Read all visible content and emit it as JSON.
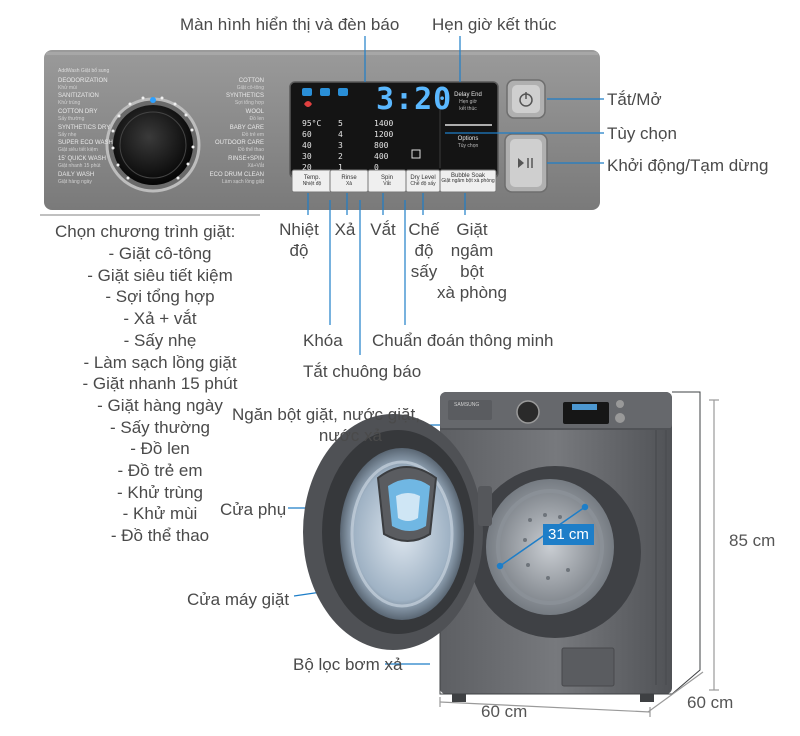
{
  "callouts": {
    "display": "Màn hình hiển thị và đèn báo",
    "delay_end": "Hẹn giờ kết thúc",
    "power": "Tắt/Mở",
    "options": "Tùy chọn",
    "start_pause": "Khởi động/Tạm dừng",
    "temp": [
      "Nhiệt",
      "độ"
    ],
    "rinse": "Xả",
    "spin": "Vắt",
    "dry_mode": [
      "Chế",
      "độ",
      "sấy"
    ],
    "bubble_soak": [
      "Giặt",
      "ngâm",
      "bột",
      "xà phòng"
    ],
    "lock": "Khóa",
    "smart_check": "Chuẩn đoán thông minh",
    "mute": "Tắt chuông báo",
    "dispenser": [
      "Ngăn bột giặt, nước giặt,",
      "nước xả"
    ],
    "addwash_door": "Cửa phụ",
    "main_door": "Cửa máy giặt",
    "pump_filter": "Bộ lọc bơm xả"
  },
  "programs": {
    "title": "Chọn chương trình giặt:",
    "items": [
      "- Giặt cô-tông",
      "- Giặt siêu tiết kiệm",
      "- Sợi tổng hợp",
      "- Xả + vắt",
      "- Sấy nhẹ",
      "- Làm sạch lồng giặt",
      "- Giặt nhanh 15 phút",
      "- Giặt hàng ngày",
      "- Sấy thường",
      "- Đồ len",
      "- Đồ trẻ em",
      "- Khử trùng",
      "- Khử mùi",
      "- Đồ thể thao"
    ]
  },
  "panel": {
    "display_time": "3:20",
    "addwash_label": "AddWash Giặt bổ sung",
    "dial_left": [
      [
        "DEODORIZATION",
        "Khử mùi"
      ],
      [
        "SANITIZATION",
        "Khử trùng"
      ],
      [
        "COTTON DRY",
        "Sấy thường"
      ],
      [
        "SYNTHETICS DRY",
        "Sấy nhẹ"
      ],
      [
        "SUPER ECO WASH",
        "Giặt siêu tiết kiệm"
      ],
      [
        "15' QUICK WASH",
        "Giặt nhanh 15 phút"
      ],
      [
        "DAILY WASH",
        "Giặt hàng ngày"
      ]
    ],
    "dial_right": [
      [
        "COTTON",
        "Giặt cô-tông"
      ],
      [
        "SYNTHETICS",
        "Sợi tổng hợp"
      ],
      [
        "WOOL",
        "Đồ len"
      ],
      [
        "BABY CARE",
        "Đồ trẻ em"
      ],
      [
        "OUTDOOR CARE",
        "Đồ thể thao"
      ],
      [
        "RINSE+SPIN",
        "Xả+Vắt"
      ],
      [
        "ECO DRUM CLEAN",
        "Làm sạch lồng giặt"
      ]
    ],
    "temp_col": [
      "95°C",
      "60",
      "40",
      "30",
      "20"
    ],
    "rinse_col": [
      "5",
      "4",
      "3",
      "2",
      "1"
    ],
    "spin_col": [
      "1400",
      "1200",
      "800",
      "400",
      "0"
    ],
    "delay_end": [
      "Delay End",
      "Hẹn giờ",
      "kết thúc"
    ],
    "options_btn": [
      "Options",
      "Tùy chọn"
    ],
    "buttons": [
      [
        "Temp.",
        "Nhiệt độ"
      ],
      [
        "Rinse",
        "Xả"
      ],
      [
        "Spin",
        "Vắt"
      ],
      [
        "Dry Level",
        "Chế độ sấy"
      ],
      [
        "Bubble Soak",
        "Giặt ngâm bột xà phòng"
      ]
    ],
    "brand": "SAMSUNG"
  },
  "dimensions": {
    "drum": "31 cm",
    "height": "85 cm",
    "width": "60 cm",
    "depth": "60 cm"
  },
  "colors": {
    "panel": "#8a8a8a",
    "display": "#141414",
    "digits": "#5ab8ff",
    "machine": "#6c6e72",
    "accent_blue": "#1e7ec8"
  }
}
